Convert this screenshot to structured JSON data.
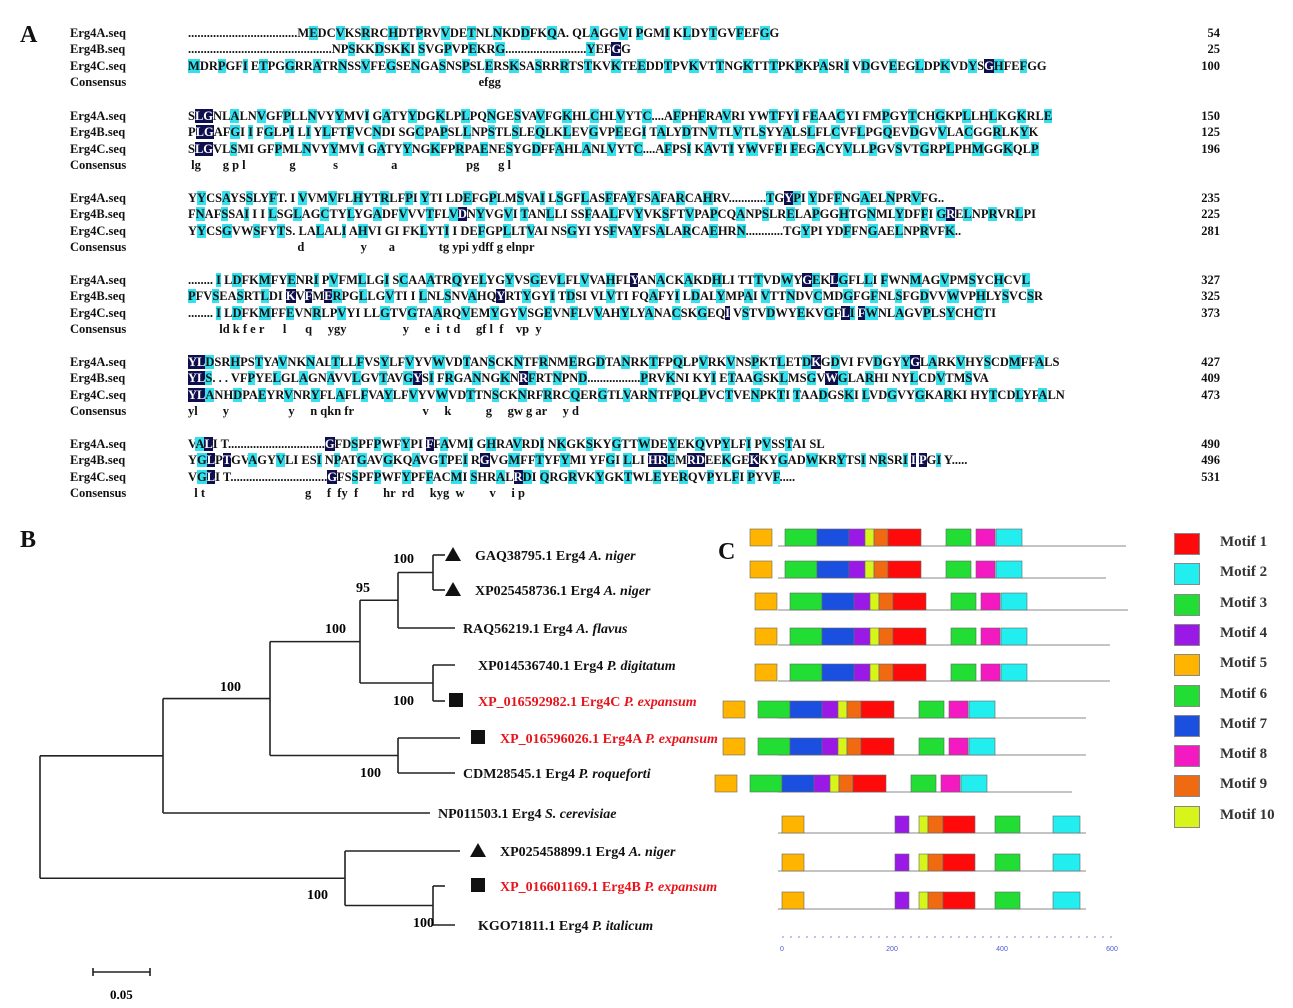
{
  "panels": {
    "a": "A",
    "b": "B",
    "c": "C"
  },
  "alignment": {
    "blocks": [
      {
        "rows": [
          {
            "label": "Erg4A.seq",
            "seq": "...................................MEDCVKSRRCHDTPRVVDETNLNKDDFKQA. QLAGGVI PGMI KLDYTGVFEFGG",
            "num": "54"
          },
          {
            "label": "Erg4B.seq",
            "seq": "..............................................NPSKKDSKKI SVGPVPEKRG..........................YEFGG",
            "num": "25"
          },
          {
            "label": "Erg4C.seq",
            "seq": "MDRPGFI ETPGGRRATRNSSVFEGSENGASNSPSLERSKSASRRRTSTKVKTEEDDTPVKVTTNGKTTTPKPKPASRI VDGVEEGLDPKVDYSGHFEFGG",
            "num": "100"
          },
          {
            "label": "Consensus",
            "seq": "                                                                                             efgg",
            "num": ""
          }
        ]
      },
      {
        "rows": [
          {
            "label": "Erg4A.seq",
            "seq": "SLGNLALNVGFPLLNVYYMVI GATYYDGKLPLPQNGESVAVFGKHLCHLVYTC....AFPHFRAVRI YWTFYI FEAACYI FMPGYTCHGKPLLHLKGKRLE",
            "num": "150"
          },
          {
            "label": "Erg4B.seq",
            "seq": "PLGAFGI I FGLPI LI YLFTFVCNDI SGCPAPSLLNPSTLSLEQLKLEVGVPEEGI TALYDTNVTLVTLSYYALSLFLCVFLPGQEVDGVVLACGGRLKYK",
            "num": "125"
          },
          {
            "label": "Erg4C.seq",
            "seq": "SLGVLSMI GFPMLNVYYMVI GATYYNGKFPRPAENESYGDFFAHLANLVYTC....AFPSI KAVTI YWVFFI FEGACYVLLPGVSVTGRPLPHMGGKQLP",
            "num": "196"
          },
          {
            "label": "Consensus",
            "seq": " lg       g p l              g            s                 a                      pg      g l",
            "num": ""
          }
        ]
      },
      {
        "rows": [
          {
            "label": "Erg4A.seq",
            "seq": "YYCSAYSSLYFT. I VVMVFLHYTRLFPI YTI LDEFGPLMSVAI LSGFLASFFAYFSAFARCAHRV............TGYPI YDFFNGAELNPRVFG..",
            "num": "235"
          },
          {
            "label": "Erg4B.seq",
            "seq": "FNAFSSAI I I LSGLAGCTYLYGADFVVVTFLVDNYVGVI TANLLI SSFAALFVYVKSFTVPAPCQANPSLRELAPGGHTGNMLYDFFI GRELNPRVRLPI",
            "num": "225"
          },
          {
            "label": "Erg4C.seq",
            "seq": "YYCSGVWSFYTS. LALALI AHVI GI FKLYTI I DEFGPLLTVAI NSGYI YSFVAYFSALARCAEHRN............TGYPI YDFFNGAELNPRVFK..",
            "num": "281"
          },
          {
            "label": "Consensus",
            "seq": "                                   d                  y       a              tg ypi ydff g elnpr",
            "num": ""
          }
        ]
      },
      {
        "rows": [
          {
            "label": "Erg4A.seq",
            "seq": "........ I LDFKMFYENRI PVFMLLGI SCAAATRQYELYGYVSGEVLFLVVAHFLYANACKAKDHLI TTTVDWYGEKLGFLLI FWNMAGVPMSYCHCVL",
            "num": "327"
          },
          {
            "label": "Erg4B.seq",
            "seq": "PFVSEASRTLDI KVFMERPGLLGVTI I LNLSNVAHQYRTYGYI TDSI VLVTI FQAFYI LDALYMPAI VTTNDVCMDGFGFNLSFGDVVWVPHLYSVCSR",
            "num": "325"
          },
          {
            "label": "Erg4C.seq",
            "seq": "........ I LDFKMFFEVNRLPVYI LLGTVGTAARQVEMYGYVSGEVNFLVVAHYLYANACSKGEQI VSTVDWYEKVGFLI FWNLAGVPLSYCHCTI",
            "num": "373"
          },
          {
            "label": "Consensus",
            "seq": "          ld k f e r      l      q     ygy                  y     e  i  t d     gf l  f    vp  y",
            "num": ""
          }
        ]
      },
      {
        "rows": [
          {
            "label": "Erg4A.seq",
            "seq": "YLDSRHPSTYAVNKNALTLLFVSYLFVYVWVDTANSCKNTFRNMERGDTANRKTFPQLPVRKVNSPKTLETDKGDVI FVDGYYGLARKVHYSCDMFFALS",
            "num": "427"
          },
          {
            "label": "Erg4B.seq",
            "seq": "YLS. . . VFPYELGLAGNAVVLGVTAVGYSI FRGANNGKNRFRTNPND.................PRVKNI KYI ETAAGSKLMSGVWGLARHI NYLCDVTMSVA",
            "num": "409"
          },
          {
            "label": "Erg4C.seq",
            "seq": "YLANHDPAEYRVNRYFLAFLFVAYLFVYVWVDTTNSCKNRFRRCQERGTLVARNTFPQLPVCTVENPKTI TAADGSKI LVDGVYGKARKI HYTCDLYFALN",
            "num": "473"
          },
          {
            "label": "Consensus",
            "seq": "yl        y                   y     n qkn fr                      v     k           g     gw g ar     y d",
            "num": ""
          }
        ]
      },
      {
        "rows": [
          {
            "label": "Erg4A.seq",
            "seq": "VALI T...............................GFDSPFPWFYPI FFAVMI GHRAVRDI NKGKSKYGTTWDEYEKQVPYLFI PVSSTAI SL",
            "num": "490"
          },
          {
            "label": "Erg4B.seq",
            "seq": "YGLPTGVAGYVLI ESI NPATGAVGKQAVGTPEI RGVGMFFTYFYMI YFGI LLI HREMRDEEKGEKKYGADWKRYTSI NRSRI I PGI Y.....",
            "num": "496"
          },
          {
            "label": "Erg4C.seq",
            "seq": "VGLI T...............................GFSSPFPWFYPFFACMI SHRALRDI QRGRVKYGKTWLEYERQVPYLFI PYVF.....",
            "num": "531"
          },
          {
            "label": "Consensus",
            "seq": "  l t                                g     f  fy  f        hr  rd     kyg  w        v     i p",
            "num": ""
          }
        ]
      }
    ]
  },
  "tree": {
    "scale_label": "0.05",
    "leaves": [
      {
        "accession": "GAQ38795.1",
        "gene": "Erg4",
        "species": "A. niger",
        "marker": "triangle",
        "highlight": false
      },
      {
        "accession": "XP025458736.1",
        "gene": "Erg4",
        "species": "A. niger",
        "marker": "triangle",
        "highlight": false
      },
      {
        "accession": "RAQ56219.1",
        "gene": "Erg4",
        "species": "A. flavus",
        "marker": "",
        "highlight": false
      },
      {
        "accession": "XP014536740.1",
        "gene": "Erg4",
        "species": "P. digitatum",
        "marker": "",
        "highlight": false
      },
      {
        "accession": "XP_016592982.1",
        "gene": "Erg4C",
        "species": "P. expansum",
        "marker": "square",
        "highlight": true
      },
      {
        "accession": "XP_016596026.1",
        "gene": "Erg4A",
        "species": "P. expansum",
        "marker": "square",
        "highlight": true
      },
      {
        "accession": "CDM28545.1",
        "gene": "Erg4",
        "species": "P. roqueforti",
        "marker": "",
        "highlight": false
      },
      {
        "accession": "NP011503.1",
        "gene": "Erg4",
        "species": "S. cerevisiae",
        "marker": "",
        "highlight": false
      },
      {
        "accession": "XP025458899.1",
        "gene": "Erg4",
        "species": "A. niger",
        "marker": "triangle",
        "highlight": false
      },
      {
        "accession": "XP_016601169.1",
        "gene": "Erg4B",
        "species": "P. expansum",
        "marker": "square",
        "highlight": true
      },
      {
        "accession": "KGO71811.1",
        "gene": "Erg4",
        "species": "P. italicum",
        "marker": "",
        "highlight": false
      }
    ],
    "bootstrap": [
      "100",
      "95",
      "100",
      "100",
      "100",
      "100",
      "100",
      "100",
      "100"
    ],
    "highlight_color": "#e8141b"
  },
  "motifs": {
    "legend": [
      {
        "label": "Motif 1",
        "color": "#ff0a0a"
      },
      {
        "label": "Motif 2",
        "color": "#22eef0"
      },
      {
        "label": "Motif 3",
        "color": "#22dd33"
      },
      {
        "label": "Motif 4",
        "color": "#9b19e6"
      },
      {
        "label": "Motif 5",
        "color": "#ffb500"
      },
      {
        "label": "Motif 6",
        "color": "#22dd33"
      },
      {
        "label": "Motif 7",
        "color": "#1a4fe0"
      },
      {
        "label": "Motif 8",
        "color": "#f21ac0"
      },
      {
        "label": "Motif 9",
        "color": "#f06a12"
      },
      {
        "label": "Motif 10",
        "color": "#d7f51a"
      }
    ],
    "axis_ticks": [
      "0",
      "200",
      "400",
      "600"
    ]
  }
}
